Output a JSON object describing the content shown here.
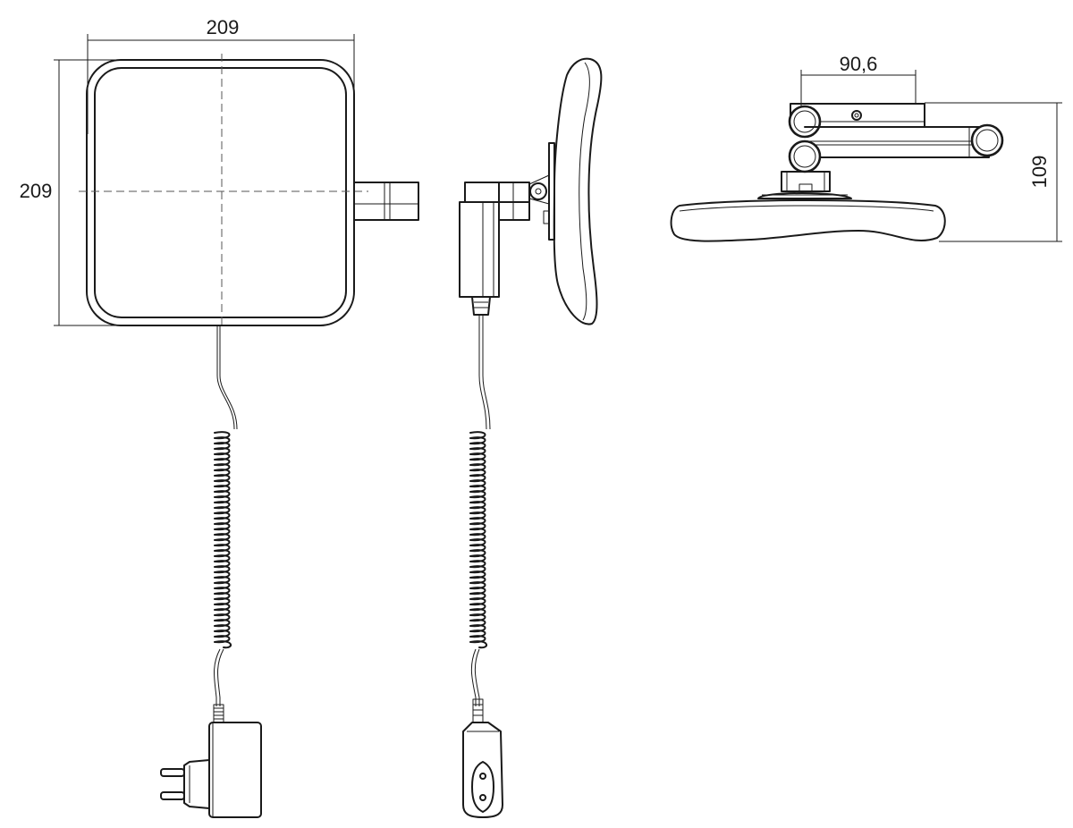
{
  "dimensions": {
    "front_width": "209",
    "front_height": "209",
    "top_arm_length": "90,6",
    "top_height": "109"
  },
  "colors": {
    "line": "#1a1a1a",
    "background": "#ffffff"
  }
}
